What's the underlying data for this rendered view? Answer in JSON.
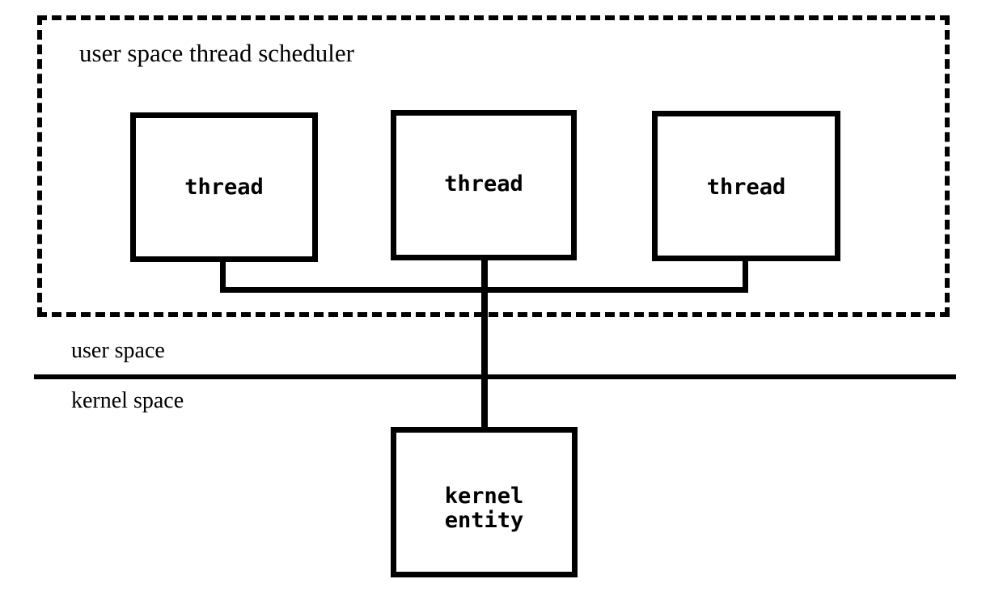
{
  "diagram": {
    "title": "user space thread scheduler",
    "regions": {
      "scheduler_label": "user space thread scheduler",
      "user_space_label": "user space",
      "kernel_space_label": "kernel space"
    },
    "threads": [
      {
        "label": "thread"
      },
      {
        "label": "thread"
      },
      {
        "label": "thread"
      }
    ],
    "kernel_entity": {
      "label": "kernel\nentity"
    },
    "colors": {
      "stroke": "#000000",
      "background": "#ffffff",
      "text": "#000000"
    }
  }
}
